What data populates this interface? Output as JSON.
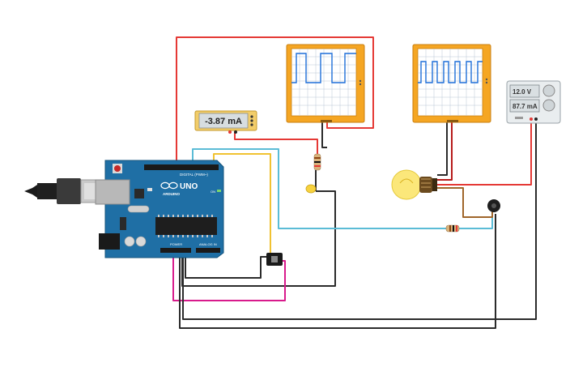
{
  "multimeter": {
    "reading": "-3.87 mA"
  },
  "power_supply": {
    "voltage": "12.0 V",
    "current": "87.7 mA"
  },
  "arduino": {
    "model": "UNO",
    "brand": "ARDUINO",
    "header_digital": "DIGITAL (PWM~)",
    "header_power": "POWER",
    "header_analog": "ANALOG IN",
    "on_label": "ON"
  },
  "colors": {
    "board": "#1f6fa5",
    "scope": "#f5a623",
    "trace": "#1e6fd9",
    "wire_red": "#e53935",
    "wire_black": "#2b2b2b",
    "wire_blue": "#5bbcd6",
    "wire_yellow": "#f1c232",
    "wire_magenta": "#d81b8c"
  },
  "icons": [
    "usb-cable-icon",
    "lightbulb-icon",
    "led-icon",
    "resistor-icon",
    "slide-switch-icon",
    "buzzer-icon",
    "knob-icon"
  ]
}
